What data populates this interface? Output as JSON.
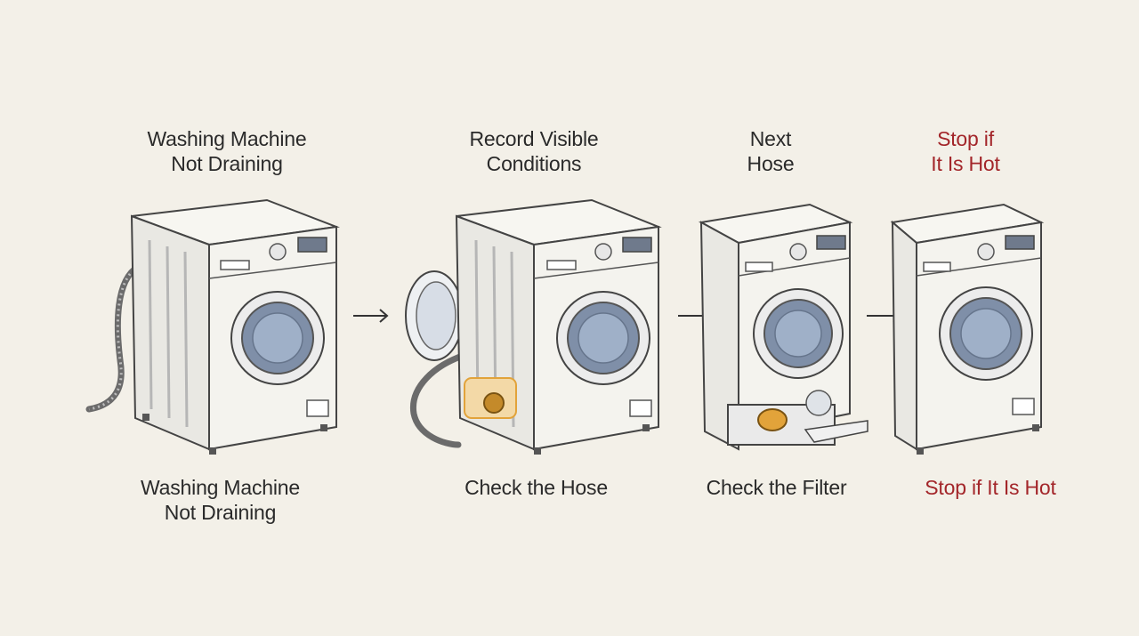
{
  "steps": [
    {
      "top_label": [
        "Washing Machine",
        "Not Draining"
      ],
      "bottom_label": [
        "Washing Machine",
        "Not Draining"
      ]
    },
    {
      "top_label": [
        "Record Visible",
        "Conditions"
      ],
      "bottom_label": [
        "Check the Hose"
      ]
    },
    {
      "top_label": [
        "Next",
        "Hose"
      ],
      "bottom_label": [
        "Check the Filter"
      ]
    },
    {
      "top_label": [
        "Stop if",
        "It Is Hot"
      ],
      "bottom_label": [
        "Stop if It Is Hot"
      ]
    }
  ],
  "colors": {
    "background": "#f3f0e8",
    "ink": "#2a2a2a",
    "warning": "#a3262a",
    "highlight": "#e2a33a",
    "drum_glass": "#8a9bb5"
  },
  "icons": [
    "washing-machine-icon",
    "drain-hose-icon",
    "open-door-icon",
    "drain-filter-icon",
    "arrow-right-icon"
  ]
}
